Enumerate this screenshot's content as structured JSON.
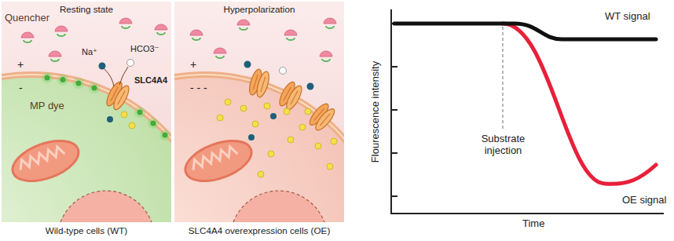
{
  "diagram": {
    "nodes": [
      {
        "text": [
          "Resting state",
          "Wild-type cells (WT)"
        ]
      },
      {
        "text": [
          "Hyperpolarization",
          "SLC4A4 overexpression cells (OE)"
        ]
      }
    ],
    "labels": [
      "Quencher",
      "Na⁺",
      "HCO3⁻",
      "SLC4A4",
      "+",
      "-",
      "MP dye",
      "+",
      "- - -",
      "Flourescence intensity",
      "WT signal",
      "Substrate injection",
      "OE signal",
      "Time"
    ]
  }
}
